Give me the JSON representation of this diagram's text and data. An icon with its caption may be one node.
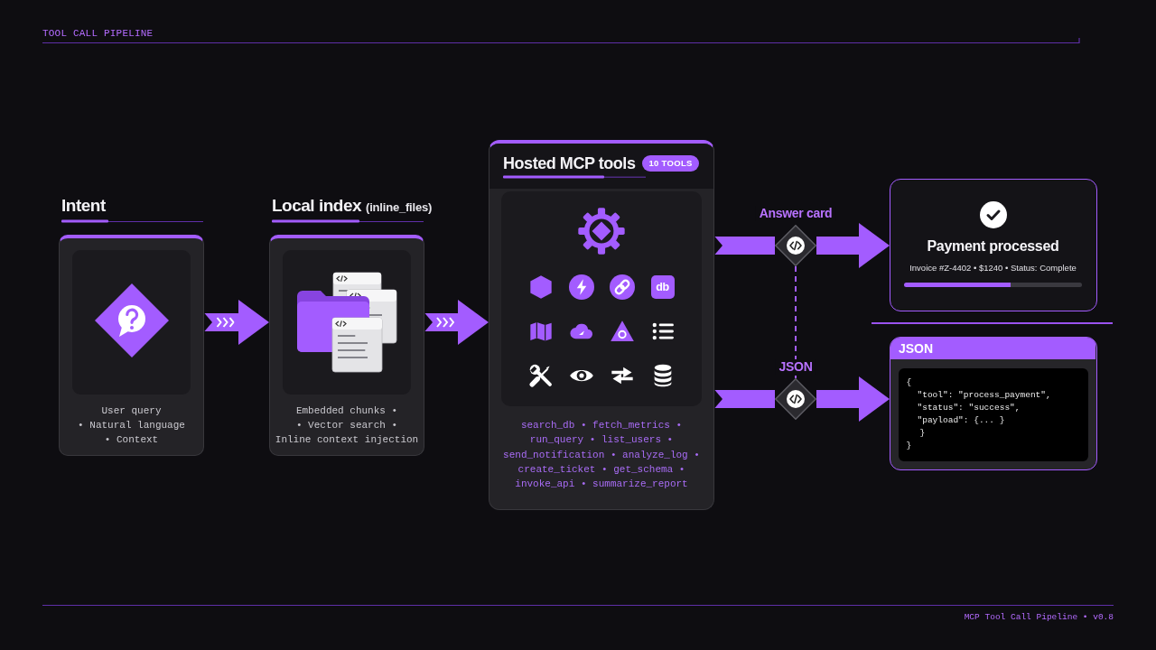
{
  "diagram": {
    "title": "TOOL CALL PIPELINE",
    "nodes": [
      {
        "text": [
          "Intent",
          "User query",
          "• Natural language",
          "• Context"
        ]
      },
      {
        "text": [
          "Local index",
          "(inline_files)",
          "Embedded chunks •",
          "• Vector search •",
          "Inline context injection"
        ]
      },
      {
        "text": [
          "Hosted MCP tools",
          "10 TOOLS",
          "search_db • fetch_metrics • run_query • list_users • send_notification • analyze_log • create_ticket • get_schema • invoke_api • summarize_report"
        ]
      },
      {
        "text": [
          "db"
        ],
        "in": 2
      },
      {
        "text": [],
        "shape": "diamond",
        "beside": [
          "Answer card"
        ]
      },
      {
        "text": [
          "Payment processed",
          "Invoice #Z-4402 • $1240 • Status: Complete"
        ]
      },
      {
        "text": [],
        "shape": "diamond",
        "beside": [
          "JSON"
        ]
      },
      {
        "text": [
          "JSON",
          "{",
          "\"tool\": \"process_payment\",",
          "\"status\": \"success\",",
          "\"payload\": {... }",
          "}",
          "}"
        ]
      }
    ],
    "edges": [
      {
        "from": 0,
        "to": 1,
        "arrow": "to"
      },
      {
        "from": 1,
        "to": 2,
        "arrow": "to"
      },
      {
        "from": 2,
        "to": 4,
        "arrow": "none"
      },
      {
        "from": 4,
        "to": 5,
        "arrow": "to"
      },
      {
        "from": 2,
        "to": 6,
        "arrow": "none"
      },
      {
        "from": 6,
        "to": 7,
        "arrow": "to"
      },
      {
        "from": 4,
        "to": 6,
        "arrow": "none",
        "style": "dashed"
      }
    ],
    "labels": [
      "MCP Tool Call Pipeline • v0.8"
    ]
  }
}
